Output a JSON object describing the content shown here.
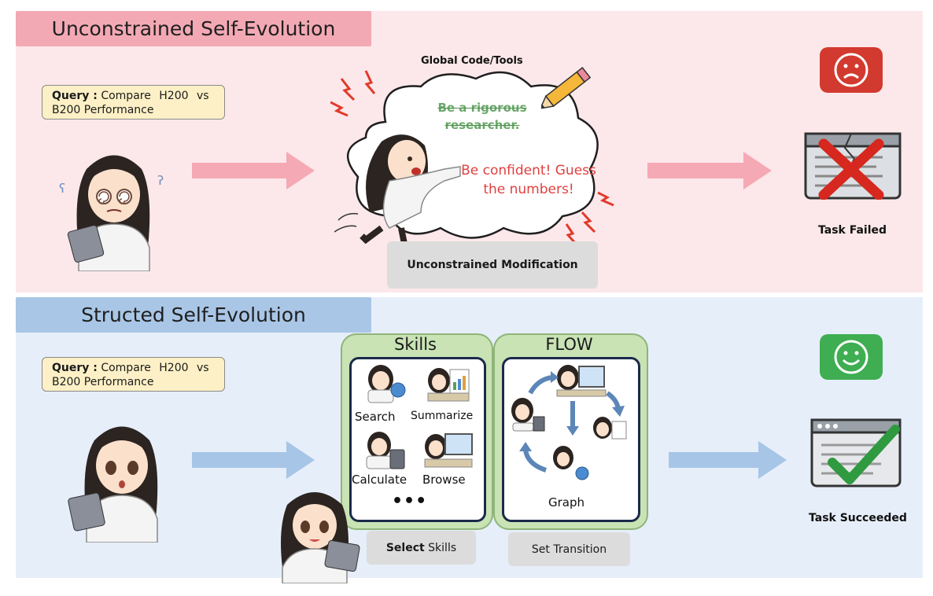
{
  "top": {
    "title": "Unconstrained Self-Evolution",
    "query_label": "Query :",
    "query_text": "Compare H200 vs",
    "query_text2": "B200 Performance",
    "cloud_caption": "Global Code/Tools",
    "struck_line1": "Be a rigorous",
    "struck_line2": "researcher.",
    "new_line1": "Be confident! Guess",
    "new_line2": "the numbers!",
    "modification_label": "Unconstrained Modification",
    "result_label": "Task Failed"
  },
  "bottom": {
    "title": "Structed Self-Evolution",
    "query_label": "Query :",
    "query_text": "Compare H200 vs",
    "query_text2": "B200 Performance",
    "skills_title": "Skills",
    "skills": [
      "Search",
      "Summarize",
      "Calculate",
      "Browse"
    ],
    "ellipsis": "•••",
    "flow_title": "FLOW",
    "graph_label": "Graph",
    "select_bold": "Select",
    "select_rest": " Skills",
    "transition_label": "Set Transition",
    "result_label": "Task Succeeded"
  },
  "colors": {
    "top_bg": "#fce8ea",
    "top_title_bg": "#f3a9b4",
    "bottom_bg": "#e6eef9",
    "bottom_title_bg": "#a9c6e6",
    "arrow_pink": "#f5a9b4",
    "arrow_blue": "#a7c5e6",
    "fail_red": "#d33a2f",
    "success_green": "#3fae52"
  },
  "icons": [
    "pencil-icon",
    "sad-face-icon",
    "happy-face-icon",
    "broken-window-icon",
    "checkmark-window-icon",
    "lightning-icon"
  ]
}
